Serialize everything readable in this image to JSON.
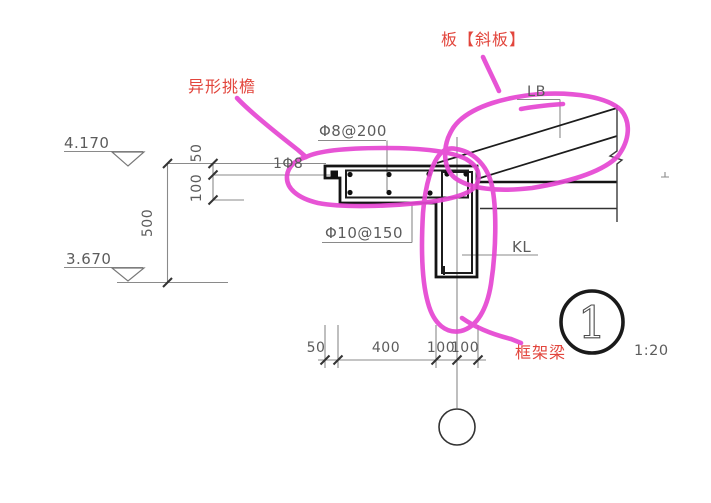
{
  "drawing": {
    "annotations_red": {
      "eave_label": "异形挑檐",
      "slab_label": "板【斜板】",
      "frame_beam_label": "框架梁"
    },
    "elevations": {
      "upper": "4.170",
      "lower": "3.670"
    },
    "dims_vertical": {
      "total": "500",
      "d50": "50",
      "d100": "100"
    },
    "rebar": {
      "tip_bar": "1Φ8",
      "top_bar": "Φ8@200",
      "distribution_bar": "Φ10@150"
    },
    "members": {
      "slab": "LB",
      "frame_beam": "KL"
    },
    "dims_bottom": [
      "50",
      "400",
      "100",
      "100"
    ],
    "detail": {
      "number": "1",
      "scale": "1:20"
    },
    "colors": {
      "marker_magenta": "#e546d2",
      "label_red": "#e2453c",
      "line_dark": "#141414",
      "line_gray": "#8a8a8a"
    }
  }
}
